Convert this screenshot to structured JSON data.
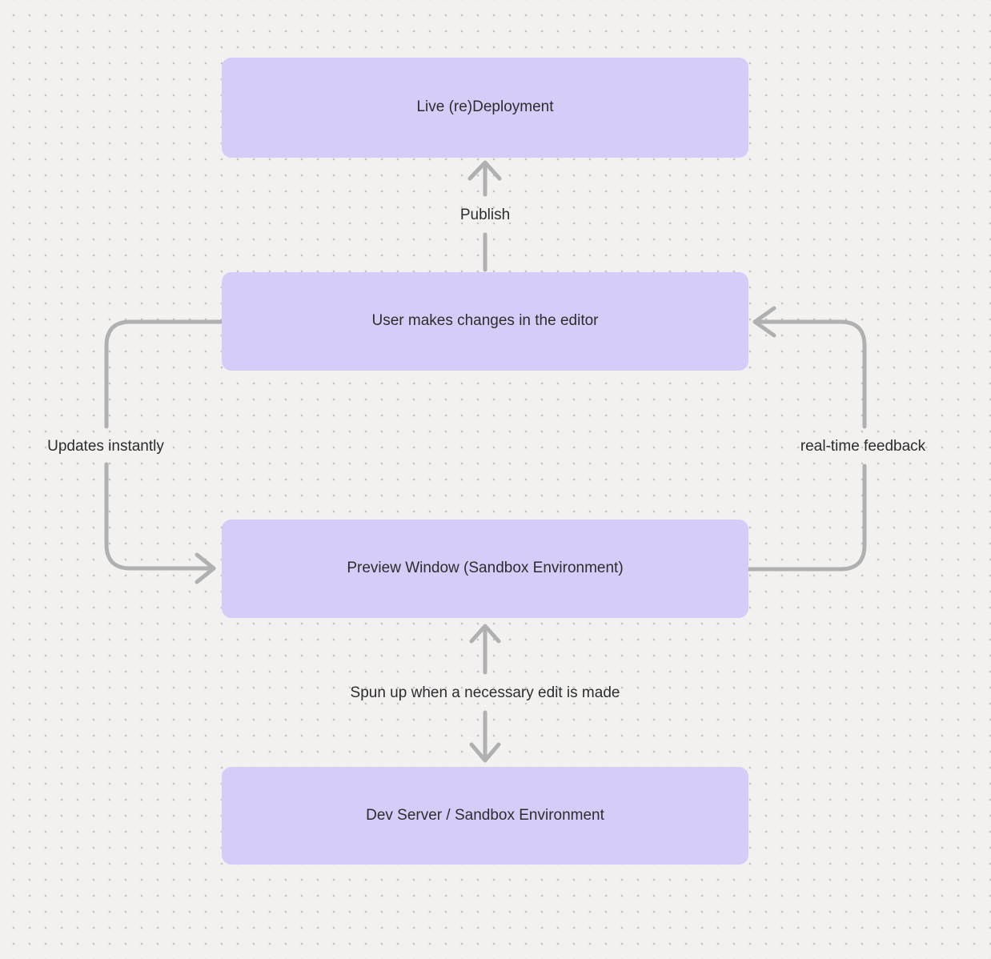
{
  "diagram": {
    "nodes": [
      {
        "id": "live-deployment",
        "label": "Live (re)Deployment"
      },
      {
        "id": "user-editor",
        "label": "User makes changes in the editor"
      },
      {
        "id": "preview-window",
        "label": "Preview Window (Sandbox Environment)"
      },
      {
        "id": "dev-server",
        "label": "Dev Server / Sandbox Environment"
      }
    ],
    "edge_labels": {
      "publish": "Publish",
      "updates": "Updates instantly",
      "feedback": "real-time feedback",
      "spun_up": "Spun up when a necessary edit is made"
    }
  },
  "colors": {
    "background": "#f2f1f0",
    "grid_dot": "#c5c4c3",
    "node_fill": "#d7cbf7",
    "node_text": "#2d2d2d",
    "edge_label_text": "#2d2d2d",
    "arrow": "#b0b0b0"
  }
}
